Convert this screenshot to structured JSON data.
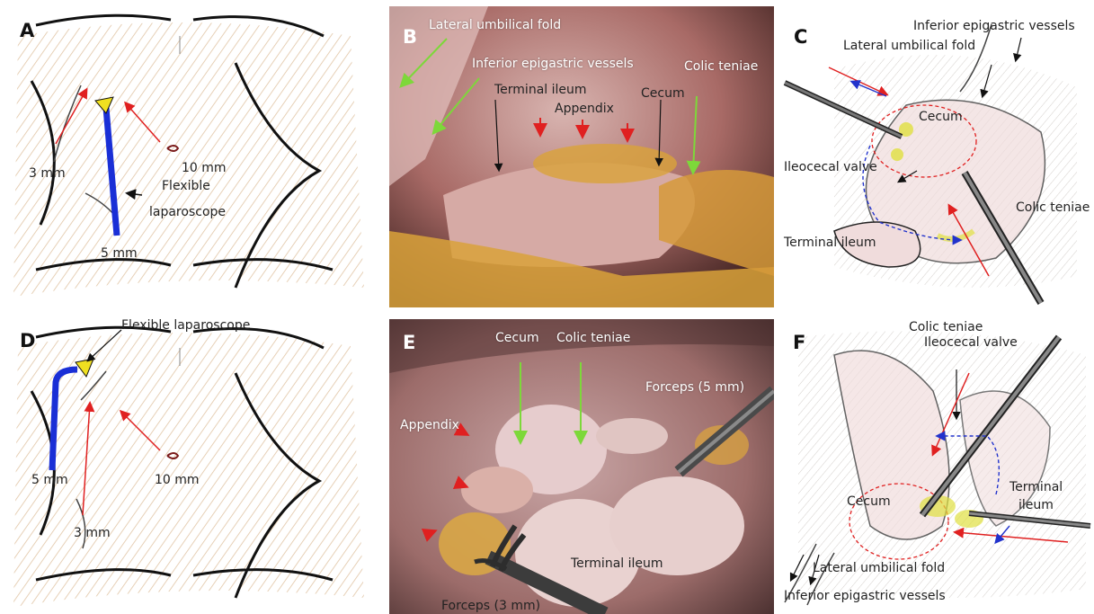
{
  "panels": {
    "a": {
      "letter": "A",
      "labels": {
        "p3mm": "3 mm",
        "p10mm": "10 mm",
        "flexible": "Flexible",
        "laparoscope": "laparoscope",
        "p5mm": "5 mm"
      }
    },
    "b": {
      "letter": "B",
      "labels": {
        "lateral_fold": "Lateral umbilical fold",
        "epigastric": "Inferior epigastric vessels",
        "colic_teniae": "Colic teniae",
        "terminal_ileum": "Terminal ileum",
        "cecum": "Cecum",
        "appendix": "Appendix"
      }
    },
    "c": {
      "letter": "C",
      "labels": {
        "epigastric": "Inferior epigastric vessels",
        "lateral_fold": "Lateral umbilical fold",
        "cecum": "Cecum",
        "ileocecal": "Ileocecal valve",
        "colic_teniae": "Colic teniae",
        "terminal_ileum": "Terminal ileum"
      }
    },
    "d": {
      "letter": "D",
      "labels": {
        "flexible_lap": "Flexible laparoscope",
        "p5mm": "5 mm",
        "p10mm": "10 mm",
        "p3mm": "3 mm"
      }
    },
    "e": {
      "letter": "E",
      "labels": {
        "cecum": "Cecum",
        "colic_teniae": "Colic teniae",
        "forceps5": "Forceps (5 mm)",
        "appendix": "Appendix",
        "terminal_ileum": "Terminal ileum",
        "forceps3": "Forceps (3 mm)"
      }
    },
    "f": {
      "letter": "F",
      "labels": {
        "colic_teniae": "Colic teniae",
        "ileocecal": "Ileocecal valve",
        "terminal": "Terminal",
        "ileum": "ileum",
        "cecum": "Cecum",
        "lateral_fold": "Lateral umbilical fold",
        "epigastric": "Inferior epigastric vessels"
      }
    }
  },
  "colors": {
    "hatch": "#c9955a",
    "scope": "#1a2fd6",
    "arrow_red": "#e02020",
    "arrow_green": "#7dd83a",
    "arrow_blue": "#2233cc",
    "tip_yellow": "#f0e020"
  }
}
